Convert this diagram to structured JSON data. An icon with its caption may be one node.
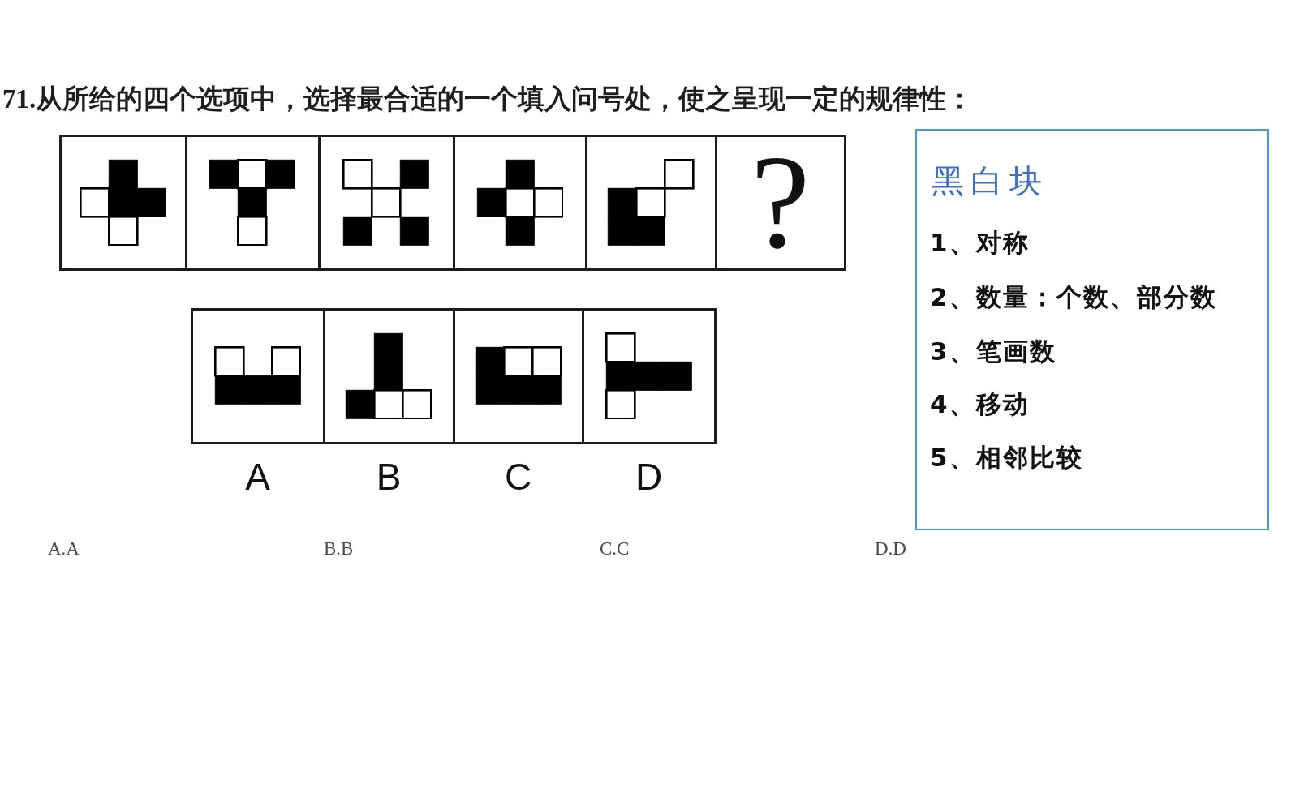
{
  "diagram": {
    "title": "71.从所给的四个选项中，选择最合适的一个填入问号处，使之呈现一定的规律性：",
    "nodes": [
      {
        "text": [],
        "shape": "picture"
      },
      {
        "text": [],
        "shape": "picture"
      },
      {
        "text": [],
        "shape": "picture"
      },
      {
        "text": [],
        "shape": "picture"
      },
      {
        "text": [],
        "shape": "picture"
      },
      {
        "text": [
          "?"
        ]
      },
      {
        "text": [
          "黑白块",
          "1、对称",
          "2、数量：个数、部分数",
          "3、笔画数",
          "4、移动",
          "5、相邻比较"
        ]
      },
      {
        "text": [],
        "shape": "picture",
        "beside": [
          "A"
        ]
      },
      {
        "text": [],
        "shape": "picture",
        "beside": [
          "B"
        ]
      },
      {
        "text": [],
        "shape": "picture",
        "beside": [
          "C"
        ]
      },
      {
        "text": [],
        "shape": "picture",
        "beside": [
          "D"
        ]
      }
    ],
    "labels": [
      "A.A",
      "B.B",
      "C.C",
      "D.D"
    ]
  }
}
